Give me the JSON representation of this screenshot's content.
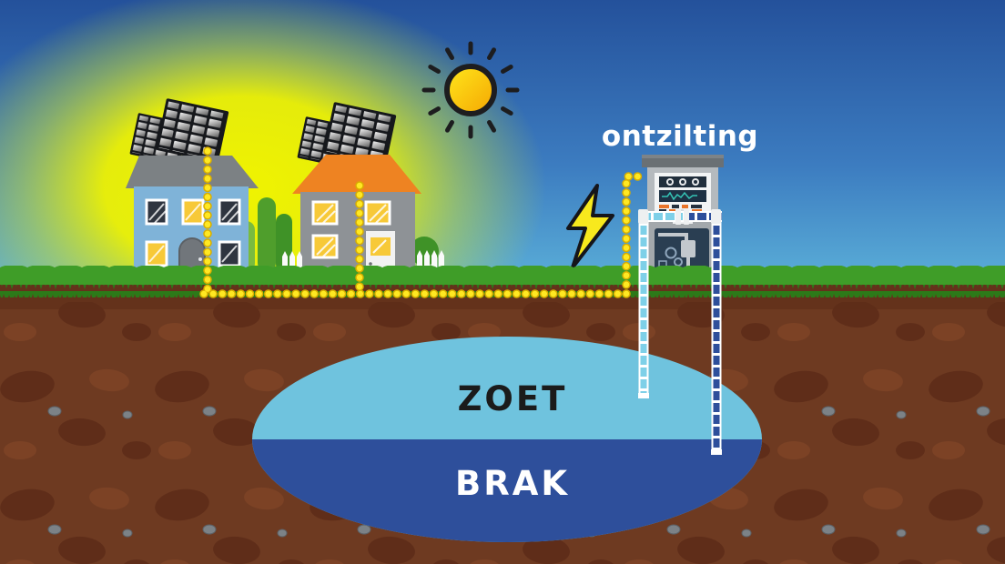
{
  "scene": {
    "description": "Infographic: houses with solar panels power a desalination unit that pumps fresh (ZOET) water from above brackish (BRAK) groundwater"
  },
  "labels": {
    "unit": "ontzilting",
    "fresh": "ZOET",
    "brackish": "BRAK"
  },
  "colors": {
    "sky_top": "#24519b",
    "sky_horizon": "#5fb6dc",
    "sun_glow": "#eef200",
    "sun_core": "#ffd80e",
    "grass": "#3f9d28",
    "grass_dark": "#2c7a19",
    "soil": "#6e3a21",
    "soil_dark": "#5d2c18",
    "stone": "#7e8a92",
    "water_fresh": "#6fc3de",
    "water_brackish": "#2e4f9b",
    "cable": "#ffe822",
    "lightning": "#f8e91d",
    "pipe_fresh": "#7ed0e8",
    "pipe_brine": "#2e4f9b",
    "left_house_wall": "#7fb3d8",
    "left_house_roof": "#7c8184",
    "right_house_wall": "#8e9296",
    "right_house_roof": "#ee8322",
    "window_lit": "#f7c938",
    "window_dark": "#2f3540",
    "machine_body": "#b5babe",
    "machine_panel": "#2a3e52"
  }
}
